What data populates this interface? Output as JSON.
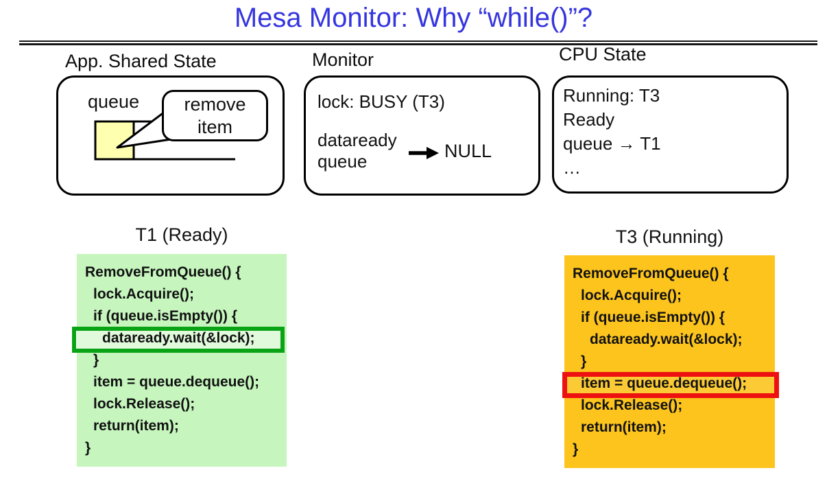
{
  "title": "Mesa Monitor: Why “while()”?",
  "sections": {
    "app_shared_state": {
      "label": "App. Shared State",
      "queue_label": "queue",
      "callout_line1": "remove",
      "callout_line2": "item"
    },
    "monitor": {
      "label": "Monitor",
      "lock_status": "lock: BUSY (T3)",
      "condvar_name_line1": "dataready",
      "condvar_name_line2": "queue",
      "arrow_icon": "right-arrow",
      "condvar_value": "NULL"
    },
    "cpu_state": {
      "label": "CPU State",
      "lines": [
        "Running: T3",
        "Ready",
        "queue → T1",
        "…"
      ]
    }
  },
  "threads": {
    "t1": {
      "header": "T1 (Ready)",
      "highlight_line_index": 3,
      "highlighted_text": "dataready.wait(&lock);"
    },
    "t3": {
      "header": "T3 (Running)",
      "highlight_line_index": 5,
      "highlighted_text": "item = queue.dequeue();"
    }
  },
  "code": {
    "lines": [
      "RemoveFromQueue() {",
      "lock.Acquire();",
      "if (queue.isEmpty()) {",
      "dataready.wait(&lock);",
      "}",
      "item = queue.dequeue();",
      "lock.Release();",
      "return(item);",
      "}"
    ],
    "indents": [
      0,
      1,
      1,
      2,
      1,
      1,
      1,
      1,
      0
    ]
  },
  "colors": {
    "title-blue": "#3535DF",
    "t1-bg": "#C6F6BE",
    "t3-bg": "#FCC41D",
    "t1-highlight-border": "#0BA316",
    "t3-highlight-border": "#ED1111",
    "queue-cell-yellow": "#FFFFB0"
  }
}
